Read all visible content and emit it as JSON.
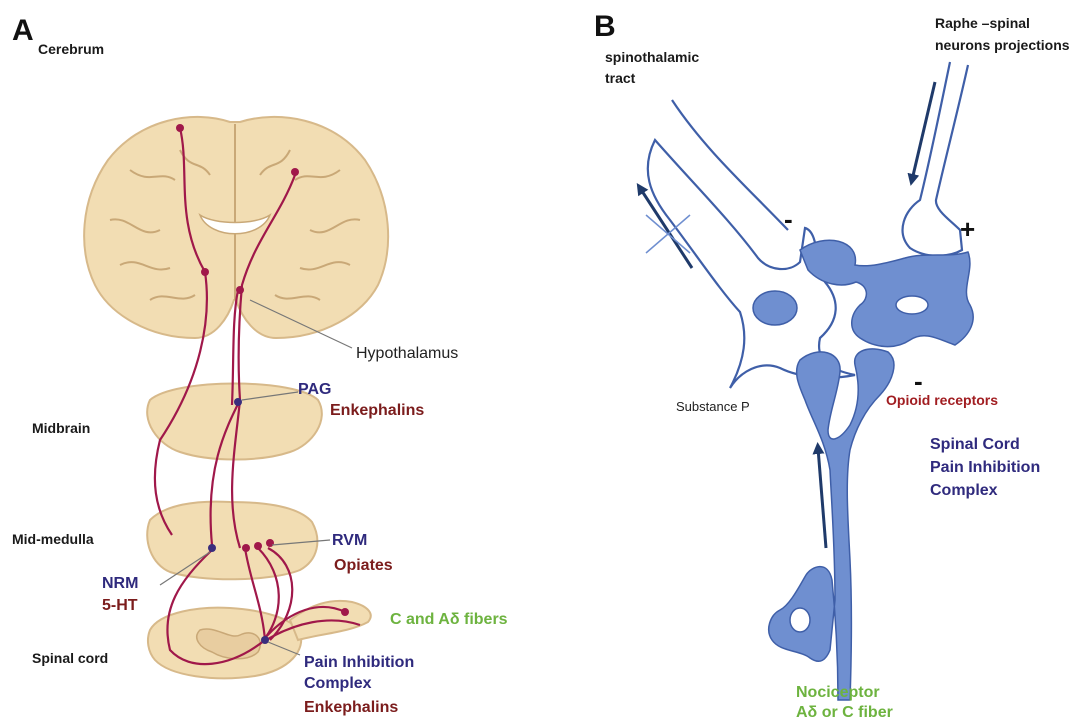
{
  "panel_a": {
    "letter": "A",
    "regions": {
      "cerebrum": "Cerebrum",
      "midbrain": "Midbrain",
      "mid_medulla": "Mid-medulla",
      "spinal_cord": "Spinal cord"
    },
    "labels": {
      "hypothalamus": "Hypothalamus",
      "pag": "PAG",
      "enkephalins_midbrain": "Enkephalins",
      "rvm": "RVM",
      "opiates": "Opiates",
      "nrm": "NRM",
      "serotonin": "5-HT",
      "fibers": "C and Aδ fibers",
      "pain_inhibition_line1": "Pain Inhibition",
      "pain_inhibition_line2": "Complex",
      "enkephalins_spinal": "Enkephalins"
    }
  },
  "panel_b": {
    "letter": "B",
    "labels": {
      "raphe_line1": "Raphe –spinal",
      "raphe_line2": "neurons projections",
      "spinothalamic_line1": "spinothalamic",
      "spinothalamic_line2": "tract",
      "substance_p": "Substance P",
      "opioid_receptors": "Opioid receptors",
      "complex_line1": "Spinal Cord",
      "complex_line2": "Pain Inhibition",
      "complex_line3": "Complex",
      "nociceptor_line1": "Nociceptor",
      "nociceptor_line2": "Aδ or C fiber",
      "minus_top": "-",
      "plus": "+",
      "minus_bottom": "-"
    }
  },
  "colors": {
    "tissue": "#f2ddb3",
    "tissue_edge": "#d7b98a",
    "pathway": "#a0184a",
    "neuron_fill": "#6f8fd0",
    "neuron_edge": "#3f5fa8",
    "arrow": "#1f3a6a"
  }
}
